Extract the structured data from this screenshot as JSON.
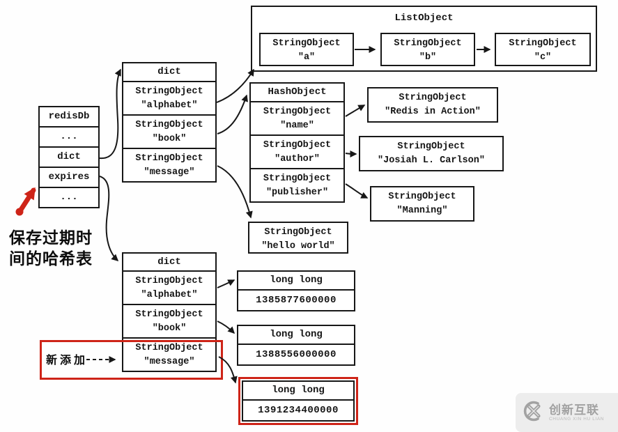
{
  "palette": {
    "ink": "#151515",
    "highlight_red": "#ce2418",
    "watermark_bg": "#ededed",
    "watermark_fg": "#a2a2a2"
  },
  "redisdb": {
    "cells": [
      "redisDb",
      "...",
      "dict",
      "expires",
      "..."
    ]
  },
  "expires_note": {
    "line1": "保存过期时",
    "line2": "间的哈希表"
  },
  "dict_top": {
    "header": "dict",
    "rows": [
      {
        "type": "StringObject",
        "value": "\"alphabet\""
      },
      {
        "type": "StringObject",
        "value": "\"book\""
      },
      {
        "type": "StringObject",
        "value": "\"message\""
      }
    ]
  },
  "list_object": {
    "header": "ListObject",
    "items": [
      {
        "type": "StringObject",
        "value": "\"a\""
      },
      {
        "type": "StringObject",
        "value": "\"b\""
      },
      {
        "type": "StringObject",
        "value": "\"c\""
      }
    ]
  },
  "hash_object": {
    "header": "HashObject",
    "fields": [
      {
        "type": "StringObject",
        "value": "\"name\""
      },
      {
        "type": "StringObject",
        "value": "\"author\""
      },
      {
        "type": "StringObject",
        "value": "\"publisher\""
      }
    ],
    "values": [
      {
        "type": "StringObject",
        "value": "\"Redis in Action\""
      },
      {
        "type": "StringObject",
        "value": "\"Josiah L. Carlson\""
      },
      {
        "type": "StringObject",
        "value": "\"Manning\""
      }
    ]
  },
  "hello_string": {
    "type": "StringObject",
    "value": "\"hello world\""
  },
  "dict_expires": {
    "header": "dict",
    "rows": [
      {
        "type": "StringObject",
        "value": "\"alphabet\""
      },
      {
        "type": "StringObject",
        "value": "\"book\""
      },
      {
        "type": "StringObject",
        "value": "\"message\""
      }
    ]
  },
  "new_added": {
    "label": "新添加"
  },
  "expire_values": [
    {
      "header": "long long",
      "value": "1385877600000"
    },
    {
      "header": "long long",
      "value": "1388556000000"
    },
    {
      "header": "long long",
      "value": "1391234400000"
    }
  ],
  "watermark": {
    "brand": "创新互联",
    "subtext": "CHUANG XIN HU LIAN"
  }
}
